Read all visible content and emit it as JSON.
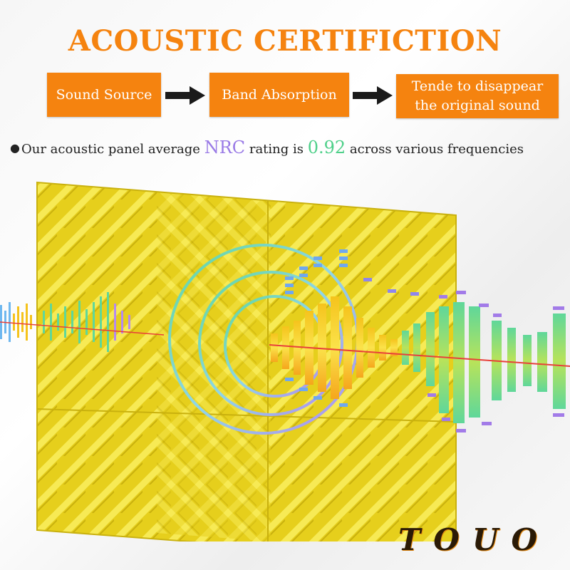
{
  "header": {
    "title": "ACOUSTIC CERTIFICTION"
  },
  "flow": {
    "steps": [
      {
        "label": "Sound Source"
      },
      {
        "label": "Band Absorption"
      },
      {
        "label_line1": "Tende to disappear",
        "label_line2": "the original sound"
      }
    ]
  },
  "rating": {
    "prefix": "Our acoustic panel average ",
    "metric": "NRC",
    "middle": " rating is ",
    "value": "0.92",
    "suffix": " across various frequencies"
  },
  "brand": {
    "name": "TOUO"
  },
  "colors": {
    "accent": "#f5830f",
    "nrc_purple": "#9a7be6",
    "nrc_green": "#4fd08a",
    "panel_yellow": "#e8d21e"
  },
  "icons": {
    "flow_arrow": "arrow-right-icon",
    "bullet": "bullet-dot-icon"
  }
}
